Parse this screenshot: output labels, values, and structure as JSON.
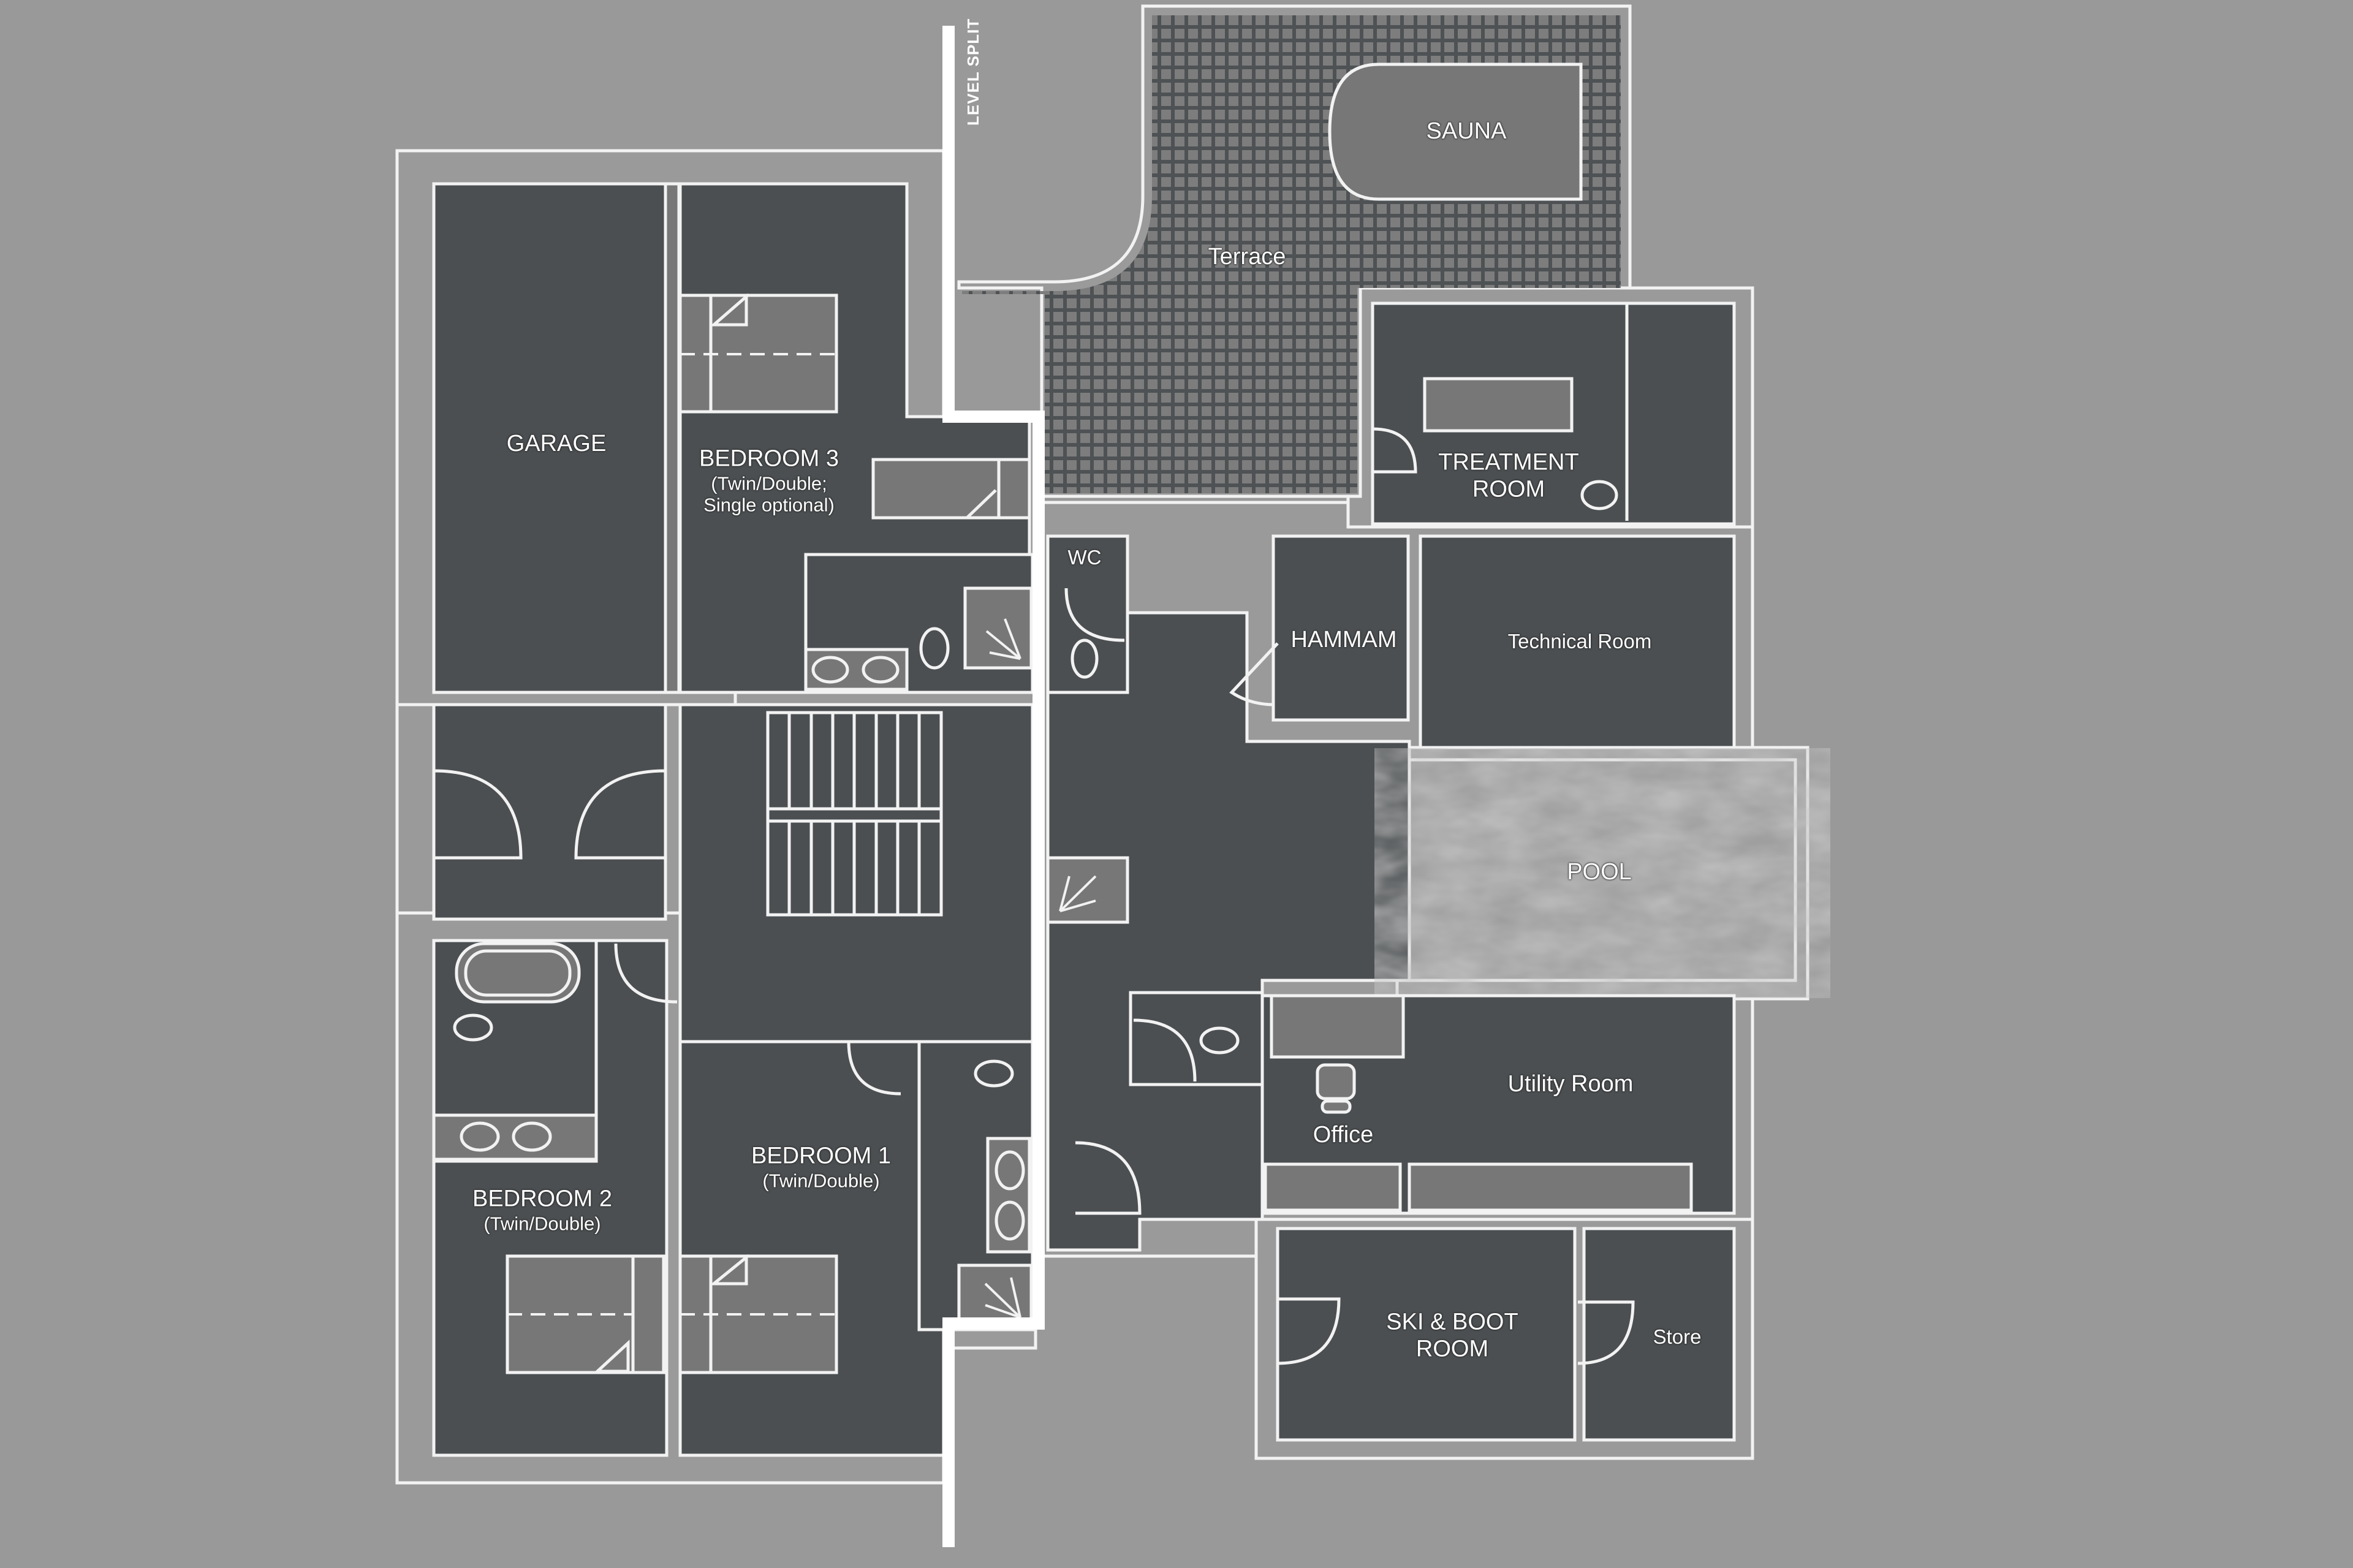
{
  "plan": {
    "level_split_label": "LEVEL SPLIT",
    "colors": {
      "background": "#999999",
      "room_fill": "#4b4f51",
      "fixture_fill": "#777777",
      "wall_outline": "#f2f2f2",
      "level_split_line": "#ffffff"
    },
    "rooms": {
      "garage": {
        "name": "GARAGE"
      },
      "bedroom3": {
        "name": "BEDROOM 3",
        "sub1": "(Twin/Double;",
        "sub2": "Single optional)"
      },
      "bedroom2": {
        "name": "BEDROOM 2",
        "sub": "(Twin/Double)"
      },
      "bedroom1": {
        "name": "BEDROOM 1",
        "sub": "(Twin/Double)"
      },
      "sauna": {
        "name": "SAUNA"
      },
      "terrace": {
        "name": "Terrace"
      },
      "treatment": {
        "name1": "TREATMENT",
        "name2": "ROOM"
      },
      "wc": {
        "name": "WC"
      },
      "hammam": {
        "name": "HAMMAM"
      },
      "technical": {
        "name": "Technical Room"
      },
      "pool": {
        "name": "POOL"
      },
      "utility": {
        "name": "Utility Room"
      },
      "office": {
        "name": "Office"
      },
      "skiboot": {
        "name1": "SKI & BOOT",
        "name2": "ROOM"
      },
      "store": {
        "name": "Store"
      }
    }
  }
}
